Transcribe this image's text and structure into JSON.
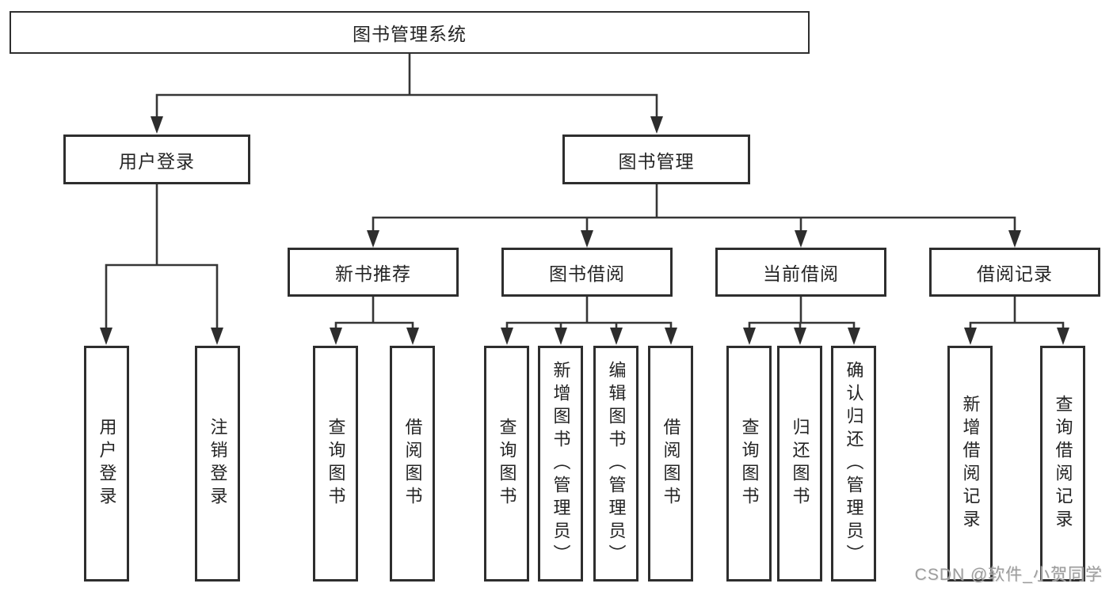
{
  "diagram_type": "hierarchy-flowchart",
  "colors": {
    "line": "#363636",
    "box_border": "#2e2e2e",
    "box_fill": "#ffffff",
    "text": "#242424",
    "watermark_text": "#9c9c9c",
    "background": "#ffffff"
  },
  "tree": {
    "label": "图书管理系统",
    "children": [
      {
        "label": "用户登录",
        "children": [
          {
            "label": "用户登录"
          },
          {
            "label": "注销登录"
          }
        ]
      },
      {
        "label": "图书管理",
        "children": [
          {
            "label": "新书推荐",
            "children": [
              {
                "label": "查询图书"
              },
              {
                "label": "借阅图书"
              }
            ]
          },
          {
            "label": "图书借阅",
            "children": [
              {
                "label": "查询图书"
              },
              {
                "label": "新增图书（管理员）"
              },
              {
                "label": "编辑图书（管理员）"
              },
              {
                "label": "借阅图书"
              }
            ]
          },
          {
            "label": "当前借阅",
            "children": [
              {
                "label": "查询图书"
              },
              {
                "label": "归还图书"
              },
              {
                "label": "确认归还（管理员）"
              }
            ]
          },
          {
            "label": "借阅记录",
            "children": [
              {
                "label": "新增借阅记录"
              },
              {
                "label": "查询借阅记录"
              }
            ]
          }
        ]
      }
    ]
  },
  "watermark": "CSDN @软件_小贺同学"
}
